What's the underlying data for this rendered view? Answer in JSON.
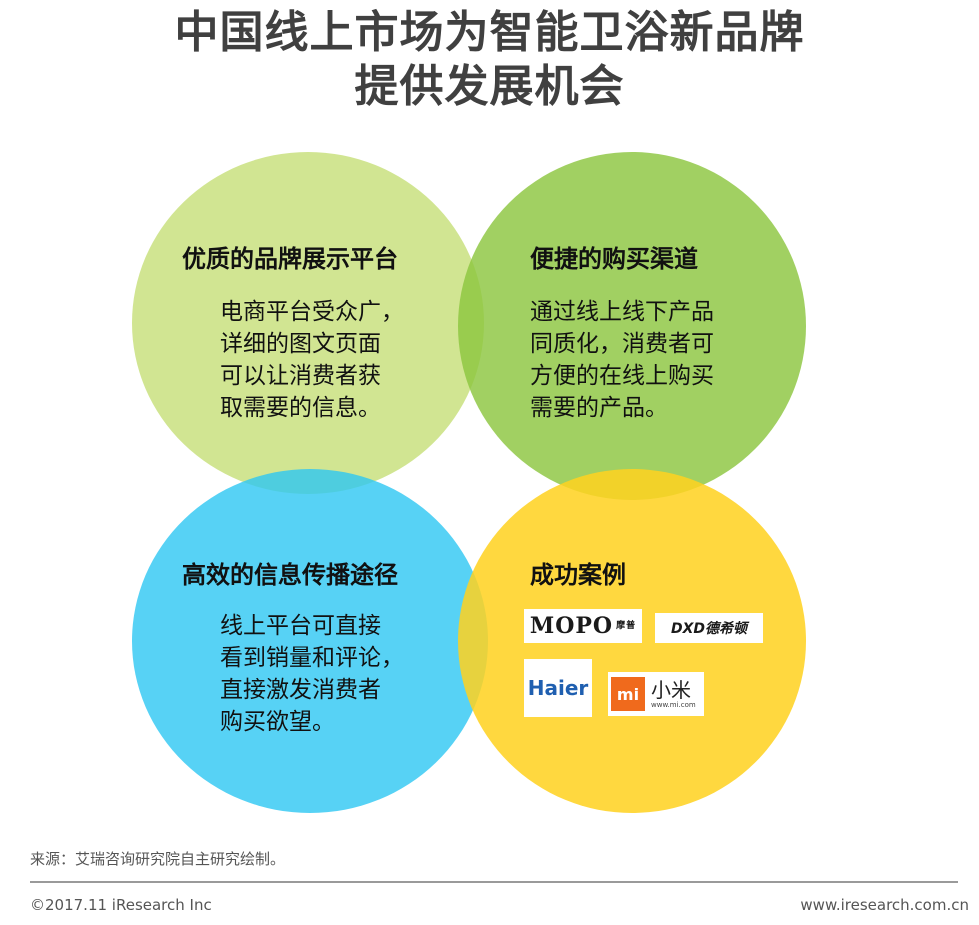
{
  "title": {
    "line1": "中国线上市场为智能卫浴新品牌",
    "line2": "提供发展机会"
  },
  "quadrants": {
    "top_left": {
      "heading": "优质的品牌展示平台",
      "lines": [
        "电商平台受众广，",
        "详细的图文页面",
        "可以让消费者获",
        "取需要的信息。"
      ]
    },
    "top_right": {
      "heading": "便捷的购买渠道",
      "lines": [
        "通过线上线下产品",
        "同质化，消费者可",
        "方便的在线上购买",
        "需要的产品。"
      ]
    },
    "bottom_left": {
      "heading": "高效的信息传播途径",
      "lines": [
        "线上平台可直接",
        "看到销量和评论，",
        "直接激发消费者",
        "购买欲望。"
      ]
    },
    "bottom_right": {
      "heading": "成功案例"
    }
  },
  "logos": {
    "mopo": {
      "text": "MOPO",
      "sub": "摩普"
    },
    "dxd": {
      "text": "DXD德希顿"
    },
    "haier": {
      "text": "Haier"
    },
    "mi": {
      "mark": "mi",
      "name": "小米",
      "url": "www.mi.com"
    }
  },
  "colors": {
    "top_left": "#c9e07f",
    "top_right": "#8cc63f",
    "bottom_left": "#2dc7f2",
    "bottom_right": "#ffd21f"
  },
  "footer": {
    "source": "来源：艾瑞咨询研究院自主研究绘制。",
    "copyright": "©2017.11 iResearch Inc",
    "website": "www.iresearch.com.cn"
  }
}
